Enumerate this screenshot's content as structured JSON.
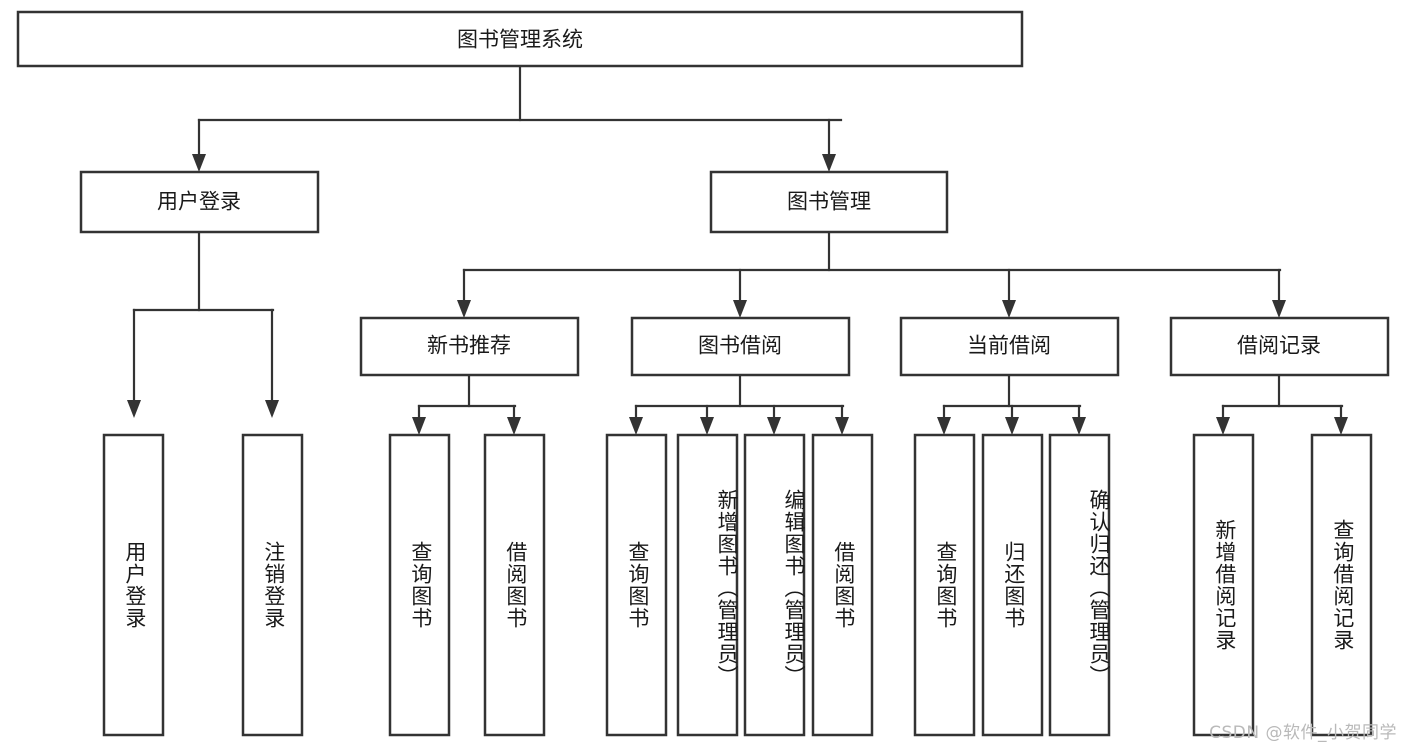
{
  "diagram": {
    "type": "tree",
    "title": "图书管理系统",
    "orientation": "top-down",
    "watermark": "CSDN @软件_小贺同学",
    "colors": {
      "background": "#ffffff",
      "box_fill": "#ffffff",
      "box_stroke": "#333333",
      "text": "#1a1a1a",
      "watermark": "#b9b9b9"
    },
    "levels": [
      {
        "level": 1,
        "nodes": [
          {
            "id": "root",
            "label": "图书管理系统",
            "orientation": "horizontal"
          }
        ]
      },
      {
        "level": 2,
        "nodes": [
          {
            "id": "user-login",
            "label": "用户登录",
            "parent": "root",
            "orientation": "horizontal"
          },
          {
            "id": "book-manage",
            "label": "图书管理",
            "parent": "root",
            "orientation": "horizontal"
          }
        ]
      },
      {
        "level": 3,
        "nodes": [
          {
            "id": "new-book-recommend",
            "label": "新书推荐",
            "parent": "book-manage",
            "orientation": "horizontal"
          },
          {
            "id": "book-borrow",
            "label": "图书借阅",
            "parent": "book-manage",
            "orientation": "horizontal"
          },
          {
            "id": "current-borrow",
            "label": "当前借阅",
            "parent": "book-manage",
            "orientation": "horizontal"
          },
          {
            "id": "borrow-record",
            "label": "借阅记录",
            "parent": "book-manage",
            "orientation": "horizontal"
          }
        ]
      },
      {
        "level": 4,
        "nodes": [
          {
            "id": "leaf-user-login",
            "label": "用户登录",
            "parent": "user-login",
            "orientation": "vertical"
          },
          {
            "id": "leaf-logout-login",
            "label": "注销登录",
            "parent": "user-login",
            "orientation": "vertical"
          },
          {
            "id": "leaf-query-book-1",
            "label": "查询图书",
            "parent": "new-book-recommend",
            "orientation": "vertical"
          },
          {
            "id": "leaf-borrow-book-1",
            "label": "借阅图书",
            "parent": "new-book-recommend",
            "orientation": "vertical"
          },
          {
            "id": "leaf-query-book-2",
            "label": "查询图书",
            "parent": "book-borrow",
            "orientation": "vertical"
          },
          {
            "id": "leaf-add-book",
            "label": "新增图书（管理员）",
            "parent": "book-borrow",
            "orientation": "vertical"
          },
          {
            "id": "leaf-edit-book",
            "label": "编辑图书（管理员）",
            "parent": "book-borrow",
            "orientation": "vertical"
          },
          {
            "id": "leaf-borrow-book-2",
            "label": "借阅图书",
            "parent": "book-borrow",
            "orientation": "vertical"
          },
          {
            "id": "leaf-query-book-3",
            "label": "查询图书",
            "parent": "current-borrow",
            "orientation": "vertical"
          },
          {
            "id": "leaf-return-book",
            "label": "归还图书",
            "parent": "current-borrow",
            "orientation": "vertical"
          },
          {
            "id": "leaf-confirm-return",
            "label": "确认归还（管理员）",
            "parent": "current-borrow",
            "orientation": "vertical"
          },
          {
            "id": "leaf-add-borrow-record",
            "label": "新增借阅记录",
            "parent": "borrow-record",
            "orientation": "vertical"
          },
          {
            "id": "leaf-query-borrow-record",
            "label": "查询借阅记录",
            "parent": "borrow-record",
            "orientation": "vertical"
          }
        ]
      }
    ]
  }
}
